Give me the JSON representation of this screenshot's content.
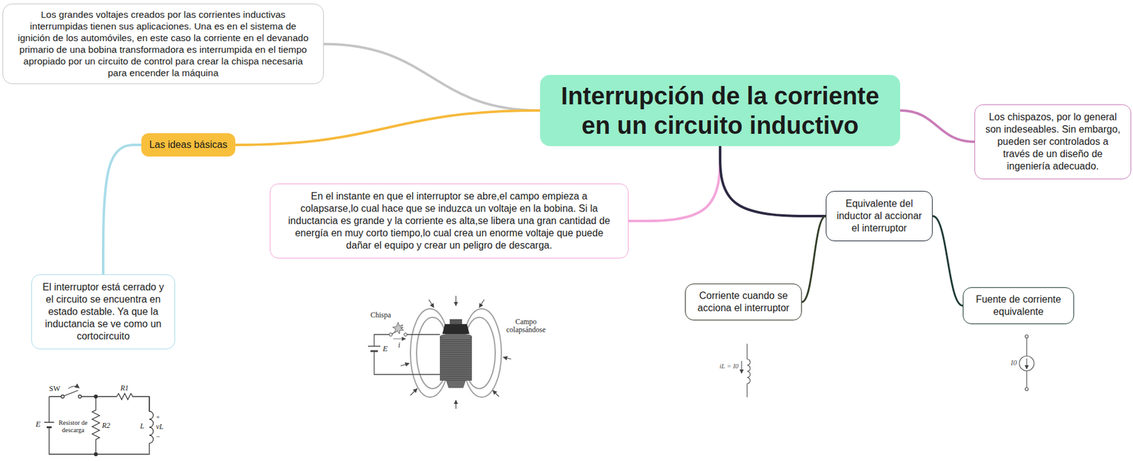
{
  "diagram": {
    "nodes": [
      {
        "text": [
          "Los grandes voltajes creados por las corrientes inductivas interrumpidas tienen sus aplicaciones. Una es en el sistema de ignición de los automóviles, en este caso la corriente en el devanado primario de una bobina transformadora es interrumpida en el tiempo apropiado por un circuito de control para crear la chispa necesaria para encender la máquina"
        ]
      },
      {
        "text": [
          "Interrupción de la corriente en un circuito inductivo"
        ]
      },
      {
        "text": [
          "Los chispazos, por lo general son indeseables. Sin embargo, pueden ser controlados a través de un diseño de ingeniería adecuado."
        ]
      },
      {
        "text": [
          "Las ideas básicas"
        ]
      },
      {
        "text": [
          "En el instante en que el interruptor se abre,el campo empieza a colapsarse,lo cual hace que se induzca un voltaje en la bobina. Si la inductancia es grande y la corriente es alta,se libera una gran cantidad de energía en muy corto tiempo,lo cual crea un enorme voltaje que puede dañar el equipo y crear un peligro de descarga."
        ]
      },
      {
        "text": [
          "Equivalente del inductor al accionar el interruptor"
        ]
      },
      {
        "text": [
          "El interruptor está cerrado y el circuito se encuentra en estado estable. Ya que la inductancia se ve como un cortocircuito"
        ]
      },
      {
        "text": [
          "Corriente cuando se acciona el interruptor"
        ]
      },
      {
        "text": [
          "Fuente de corriente equivalente"
        ]
      }
    ],
    "edges": [
      {
        "from": 1,
        "to": 0,
        "arrow": "none"
      },
      {
        "from": 1,
        "to": 3,
        "arrow": "none"
      },
      {
        "from": 3,
        "to": 6,
        "arrow": "none"
      },
      {
        "from": 1,
        "to": 4,
        "arrow": "none"
      },
      {
        "from": 1,
        "to": 5,
        "arrow": "none"
      },
      {
        "from": 5,
        "to": 7,
        "arrow": "none"
      },
      {
        "from": 5,
        "to": 8,
        "arrow": "none"
      },
      {
        "from": 1,
        "to": 2,
        "arrow": "none"
      }
    ],
    "labels": [
      "SW",
      "R1",
      "E",
      "Resistor de descarga",
      "R2",
      "L",
      "+",
      "vL",
      "−",
      "Chispa",
      "E",
      "i",
      "Campo colapsándose",
      "iL = I0",
      "I0"
    ]
  }
}
